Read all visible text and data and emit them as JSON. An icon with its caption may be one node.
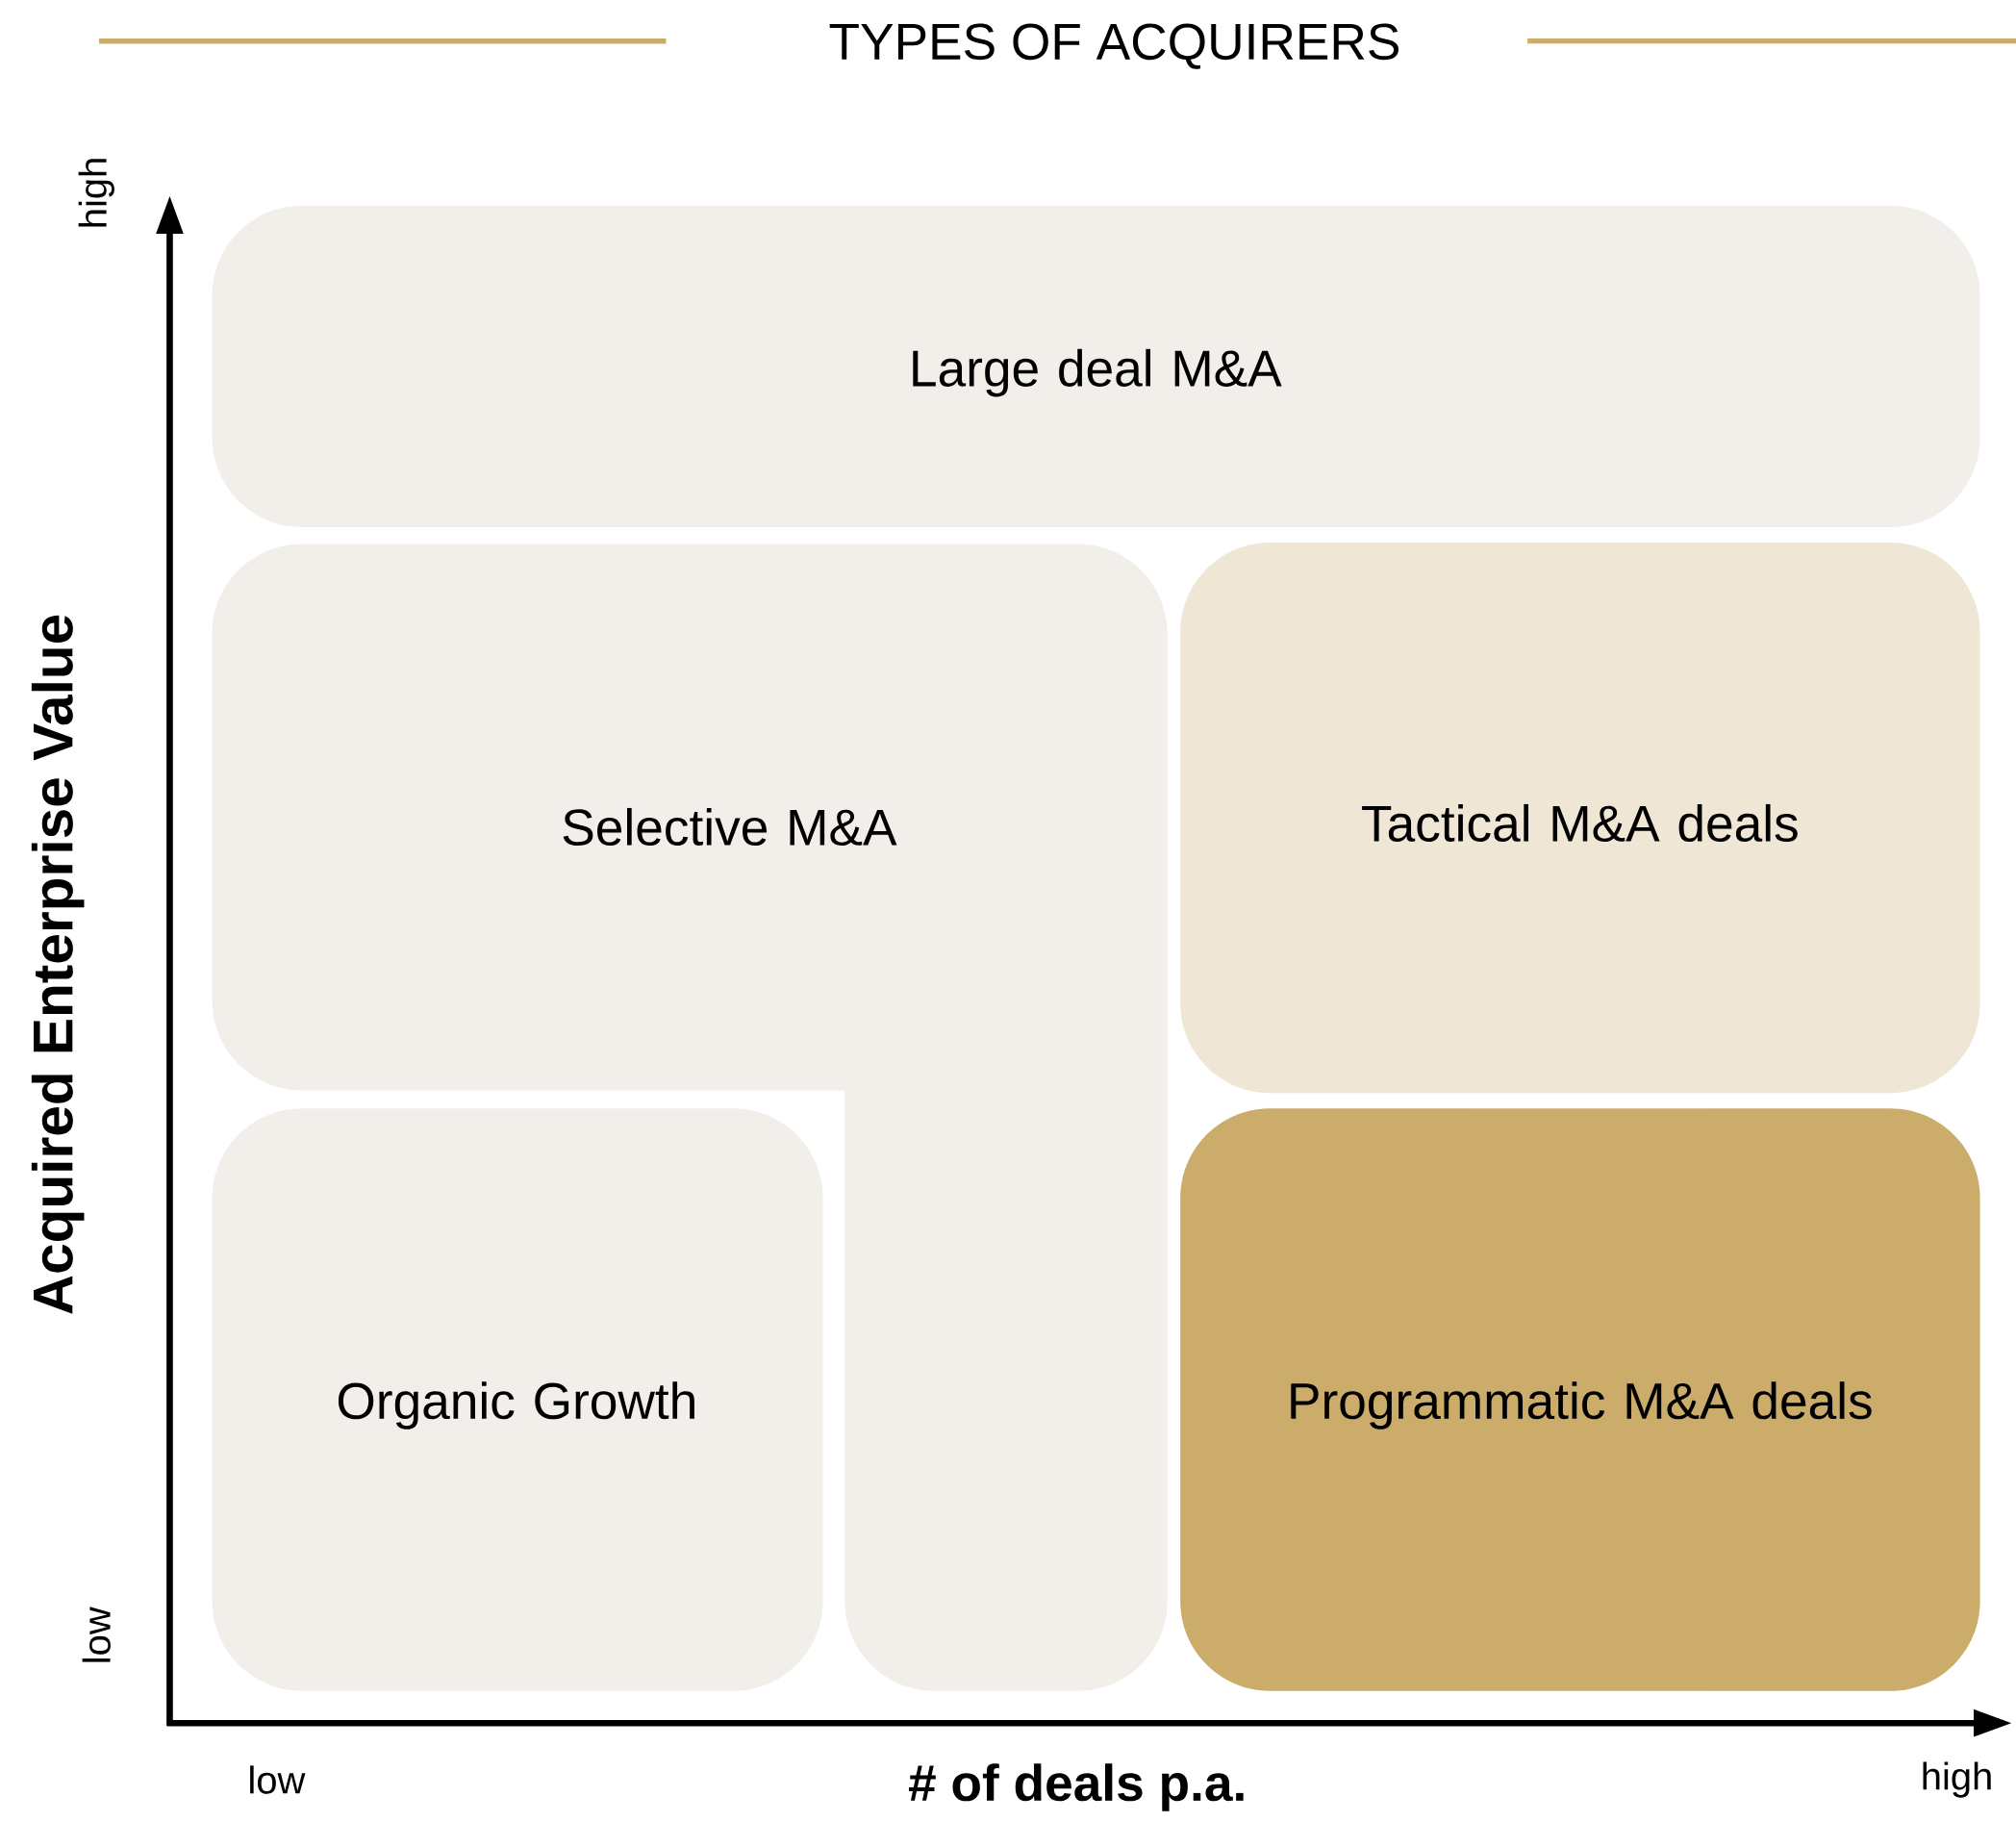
{
  "diagram": {
    "title": "TYPES OF ACQUIRERS",
    "nodes": [
      {
        "text": [
          "Large deal M&A"
        ]
      },
      {
        "text": [
          "Selective M&A"
        ]
      },
      {
        "text": [
          "Tactical M&A deals"
        ]
      },
      {
        "text": [
          "Organic Growth"
        ]
      },
      {
        "text": [
          "Programmatic M&A deals"
        ]
      }
    ],
    "labels": [
      "high",
      "Acquired Enterprise Value",
      "low",
      "low",
      "# of deals p.a.",
      "high"
    ]
  }
}
